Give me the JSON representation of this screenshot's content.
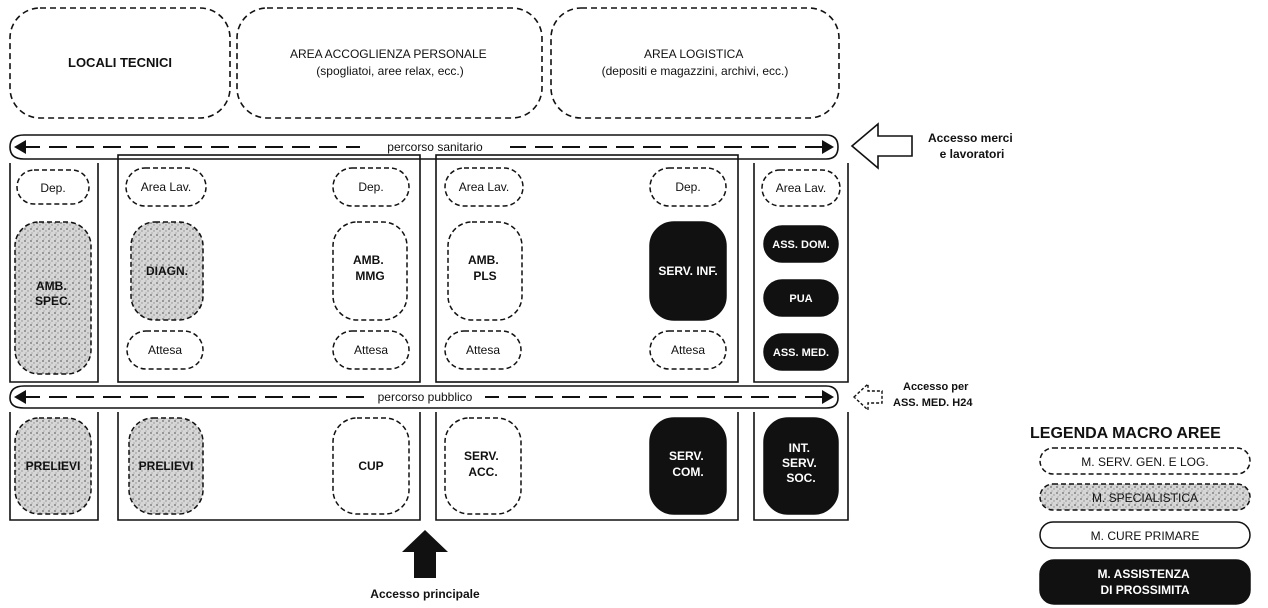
{
  "top_areas": {
    "tecnici": [
      "LOCALI TECNICI"
    ],
    "accoglienza": [
      "AREA ACCOGLIENZA PERSONALE",
      "(spogliatoi, aree relax, ecc.)"
    ],
    "logistica": [
      "AREA LOGISTICA",
      "(depositi e magazzini, archivi, ecc.)"
    ]
  },
  "paths": {
    "sanitario": "percorso sanitario",
    "pubblico": "percorso pubblico"
  },
  "rooms": {
    "c1_dep": [
      "Dep."
    ],
    "c1_amb_spec": [
      "AMB.",
      "SPEC."
    ],
    "c1_prelievi": [
      "PRELIEVI"
    ],
    "c2_area_lav": [
      "Area Lav."
    ],
    "c2_diagn": [
      "DIAGN."
    ],
    "c2_attesa": [
      "Attesa"
    ],
    "c2_prelievi": [
      "PRELIEVI"
    ],
    "c3_dep": [
      "Dep."
    ],
    "c3_amb_mmg": [
      "AMB.",
      "MMG"
    ],
    "c3_attesa": [
      "Attesa"
    ],
    "c3_cup": [
      "CUP"
    ],
    "c4_area_lav": [
      "Area Lav."
    ],
    "c4_amb_pls": [
      "AMB.",
      "PLS"
    ],
    "c4_attesa": [
      "Attesa"
    ],
    "c4_serv_acc": [
      "SERV.",
      "ACC."
    ],
    "c5_dep": [
      "Dep."
    ],
    "c5_serv_inf": [
      "SERV. INF."
    ],
    "c5_attesa": [
      "Attesa"
    ],
    "c5_serv_com": [
      "SERV.",
      "COM."
    ],
    "c6_area_lav": [
      "Area Lav."
    ],
    "c6_ass_dom": [
      "ASS. DOM."
    ],
    "c6_pua": [
      "PUA"
    ],
    "c6_ass_med": [
      "ASS. MED."
    ],
    "c6_int_serv_soc": [
      "INT.",
      "SERV.",
      "SOC."
    ]
  },
  "accesses": {
    "merci": [
      "Accesso merci",
      "e lavoratori"
    ],
    "h24": [
      "Accesso per",
      "ASS. MED. H24"
    ],
    "principale": [
      "Accesso principale"
    ]
  },
  "legend": {
    "title": "LEGENDA MACRO AREE",
    "items": [
      {
        "lines": [
          "M. SERV. GEN. E LOG."
        ],
        "style": "outline"
      },
      {
        "lines": [
          "M. SPECIALISTICA"
        ],
        "style": "stipple"
      },
      {
        "lines": [
          "M. CURE PRIMARE"
        ],
        "style": "outline"
      },
      {
        "lines": [
          "M. ASSISTENZA",
          "DI PROSSIMITA"
        ],
        "style": "dark"
      }
    ]
  },
  "colors": {
    "ink": "#111111",
    "stipple_fill": "#c9c9c9",
    "dark_fill": "#111111",
    "background": "#ffffff"
  }
}
